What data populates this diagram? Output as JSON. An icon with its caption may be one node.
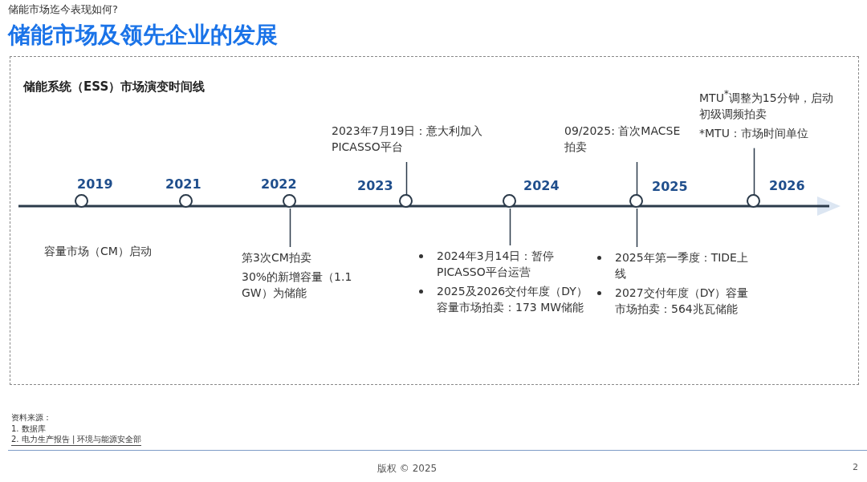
{
  "diagram": {
    "title": "储能市场及领先企业的发展",
    "nodes": [
      {
        "text": [
          "储能系统（ESS）市场演变时间线"
        ]
      },
      {
        "text": [],
        "shape": "circle",
        "in": 0,
        "beside": [
          "2019"
        ]
      },
      {
        "text": [],
        "shape": "circle",
        "in": 0,
        "beside": [
          "2021"
        ]
      },
      {
        "text": [],
        "shape": "circle",
        "in": 0,
        "beside": [
          "2022"
        ]
      },
      {
        "text": [],
        "shape": "circle",
        "in": 0,
        "beside": [
          "2023"
        ]
      },
      {
        "text": [],
        "shape": "circle",
        "in": 0,
        "beside": [
          "2024"
        ]
      },
      {
        "text": [],
        "shape": "circle",
        "in": 0,
        "beside": [
          "2025"
        ]
      },
      {
        "text": [],
        "shape": "circle",
        "in": 0,
        "beside": [
          "2026"
        ]
      },
      {
        "text": [
          "容量市场（CM）启动"
        ],
        "in": 0
      },
      {
        "text": [
          "第3次CM拍卖",
          "30%的新增容量（1.1 GW）为储能"
        ],
        "in": 0
      },
      {
        "text": [
          "2023年7月19日：意大利加入PICASSO平台"
        ],
        "in": 0
      },
      {
        "text": [
          "2024年3月14日：暂停PICASSO平台运营",
          "2025及2026交付年度（DY）容量市场拍卖：173 MW储能"
        ],
        "in": 0
      },
      {
        "text": [
          "09/2025: 首次MACSE拍卖"
        ],
        "in": 0
      },
      {
        "text": [
          "2025年第一季度：TIDE上线",
          "2027交付年度（DY）容量市场拍卖：564兆瓦储能"
        ],
        "in": 0
      },
      {
        "text": [
          "MTU$^{*}$调整为15分钟，启动初级调频拍卖",
          "*MTU：市场时间单位"
        ],
        "in": 0
      }
    ],
    "edges": [
      {
        "from": 9,
        "to": 3,
        "arrow": "none"
      },
      {
        "from": 10,
        "to": 4,
        "arrow": "none"
      },
      {
        "from": 11,
        "to": 5,
        "arrow": "none"
      },
      {
        "from": 12,
        "to": 6,
        "arrow": "none"
      },
      {
        "from": 13,
        "to": 6,
        "arrow": "none"
      },
      {
        "from": 14,
        "to": 7,
        "arrow": "none"
      }
    ],
    "labels": [
      "储能市场迄今表现如何?",
      "资料来源：",
      "1. 数据库",
      "2. 电力生产报告 | 环境与能源安全部",
      "版权 © 2025",
      "2"
    ]
  }
}
